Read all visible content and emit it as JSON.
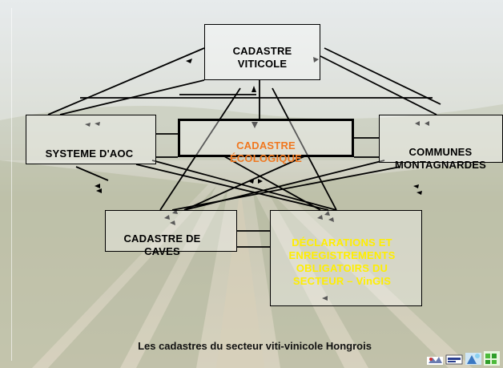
{
  "nodes": {
    "cadastre_viticole": "CADASTRE\nVITICOLE",
    "cadastre_ecologique": "CADASTRE\nÉCOLOGIQUE",
    "systeme_aoc": "SYSTEME D'AOC",
    "communes_montagnardes": "COMMUNES\nMONTAGNARDES",
    "cadastre_caves": "CADASTRE DE\nCAVES",
    "declarations": "DÉCLARATIONS ET\nENREGISTREMENTS\nOBLIGATOIRS DU\nSECTEUR – VinGIS"
  },
  "caption": "Les cadastres du secteur viti-vinicole Hongrois",
  "colors": {
    "ecologique_text": "#f07820",
    "declarations_text": "#ffee00",
    "line": "#000000"
  },
  "icons": [
    "logo-1-icon",
    "logo-2-icon",
    "logo-3-icon",
    "logo-4-icon"
  ]
}
